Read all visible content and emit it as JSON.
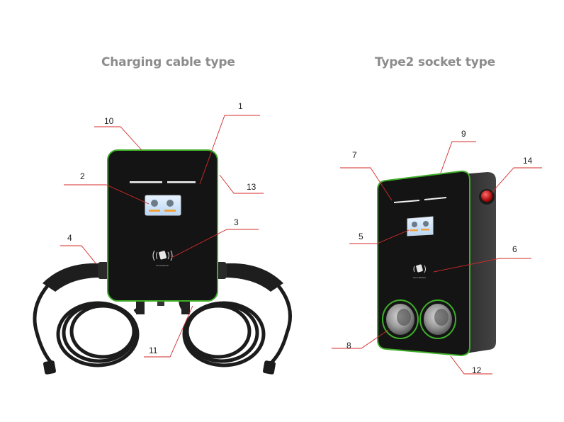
{
  "titles": {
    "left": "Charging cable type",
    "right": "Type2 socket type"
  },
  "callouts": {
    "c1": "1",
    "c2": "2",
    "c3": "3",
    "c4": "4",
    "c5": "5",
    "c6": "6",
    "c7": "7",
    "c8": "8",
    "c9": "9",
    "c10": "10",
    "c11": "11",
    "c12": "12",
    "c13": "13",
    "c14": "14"
  },
  "reader_label": "Card Reader",
  "colors": {
    "accent_green": "#3fae2a",
    "body_black": "#141414",
    "leader_red": "#d42a2a",
    "title_gray": "#8c8c8c"
  }
}
